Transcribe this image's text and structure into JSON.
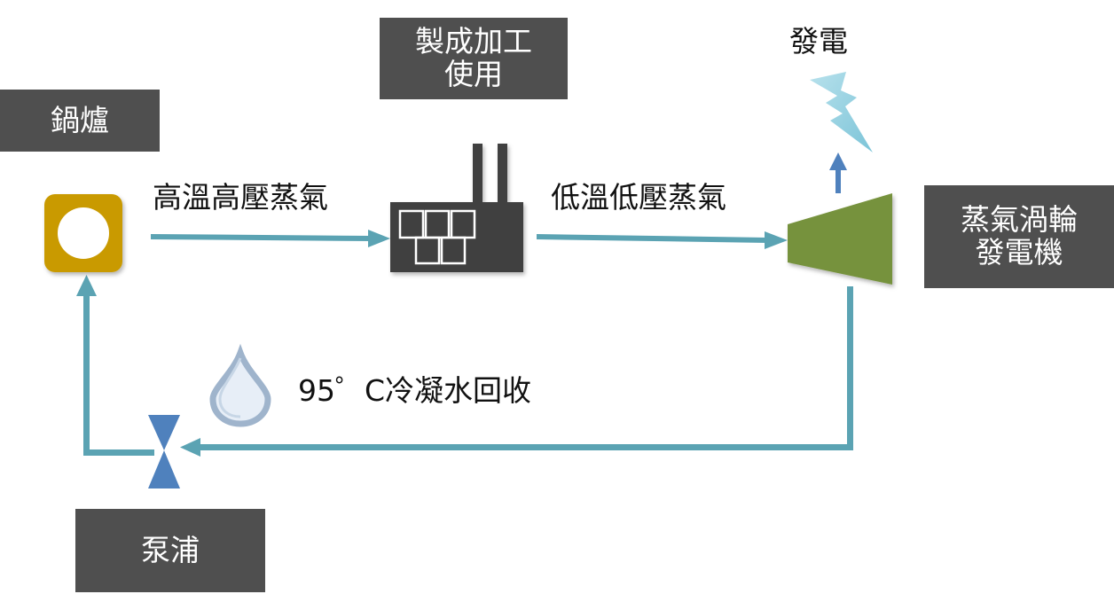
{
  "diagram": {
    "boxes": {
      "factory_use": [
        "製成加工",
        "使用"
      ],
      "boiler": "鍋爐",
      "turbine": [
        "蒸氣渦輪",
        "發電機"
      ],
      "pump": "泵浦"
    },
    "labels": {
      "power": "發電",
      "high_steam": "高溫高壓蒸氣",
      "low_steam": "低溫低壓蒸氣",
      "condensate": "95゜C冷凝水回收"
    },
    "colors": {
      "box_fill": "#4f4f4f",
      "box_text": "#ffffff",
      "pipe": "#5ba3b3",
      "boiler_fill": "#c99a06",
      "factory_fill": "#3f3f3f",
      "turbine_fill": "#76923c",
      "valve_fill": "#4f81bd",
      "lightning_fill": "#92cddc",
      "arrow_up": "#4f81bd",
      "drop_stroke": "#9fb4cc"
    },
    "icons": [
      "boiler-icon",
      "factory-icon",
      "turbine-icon",
      "valve-icon",
      "lightning-icon",
      "water-drop-icon"
    ]
  }
}
